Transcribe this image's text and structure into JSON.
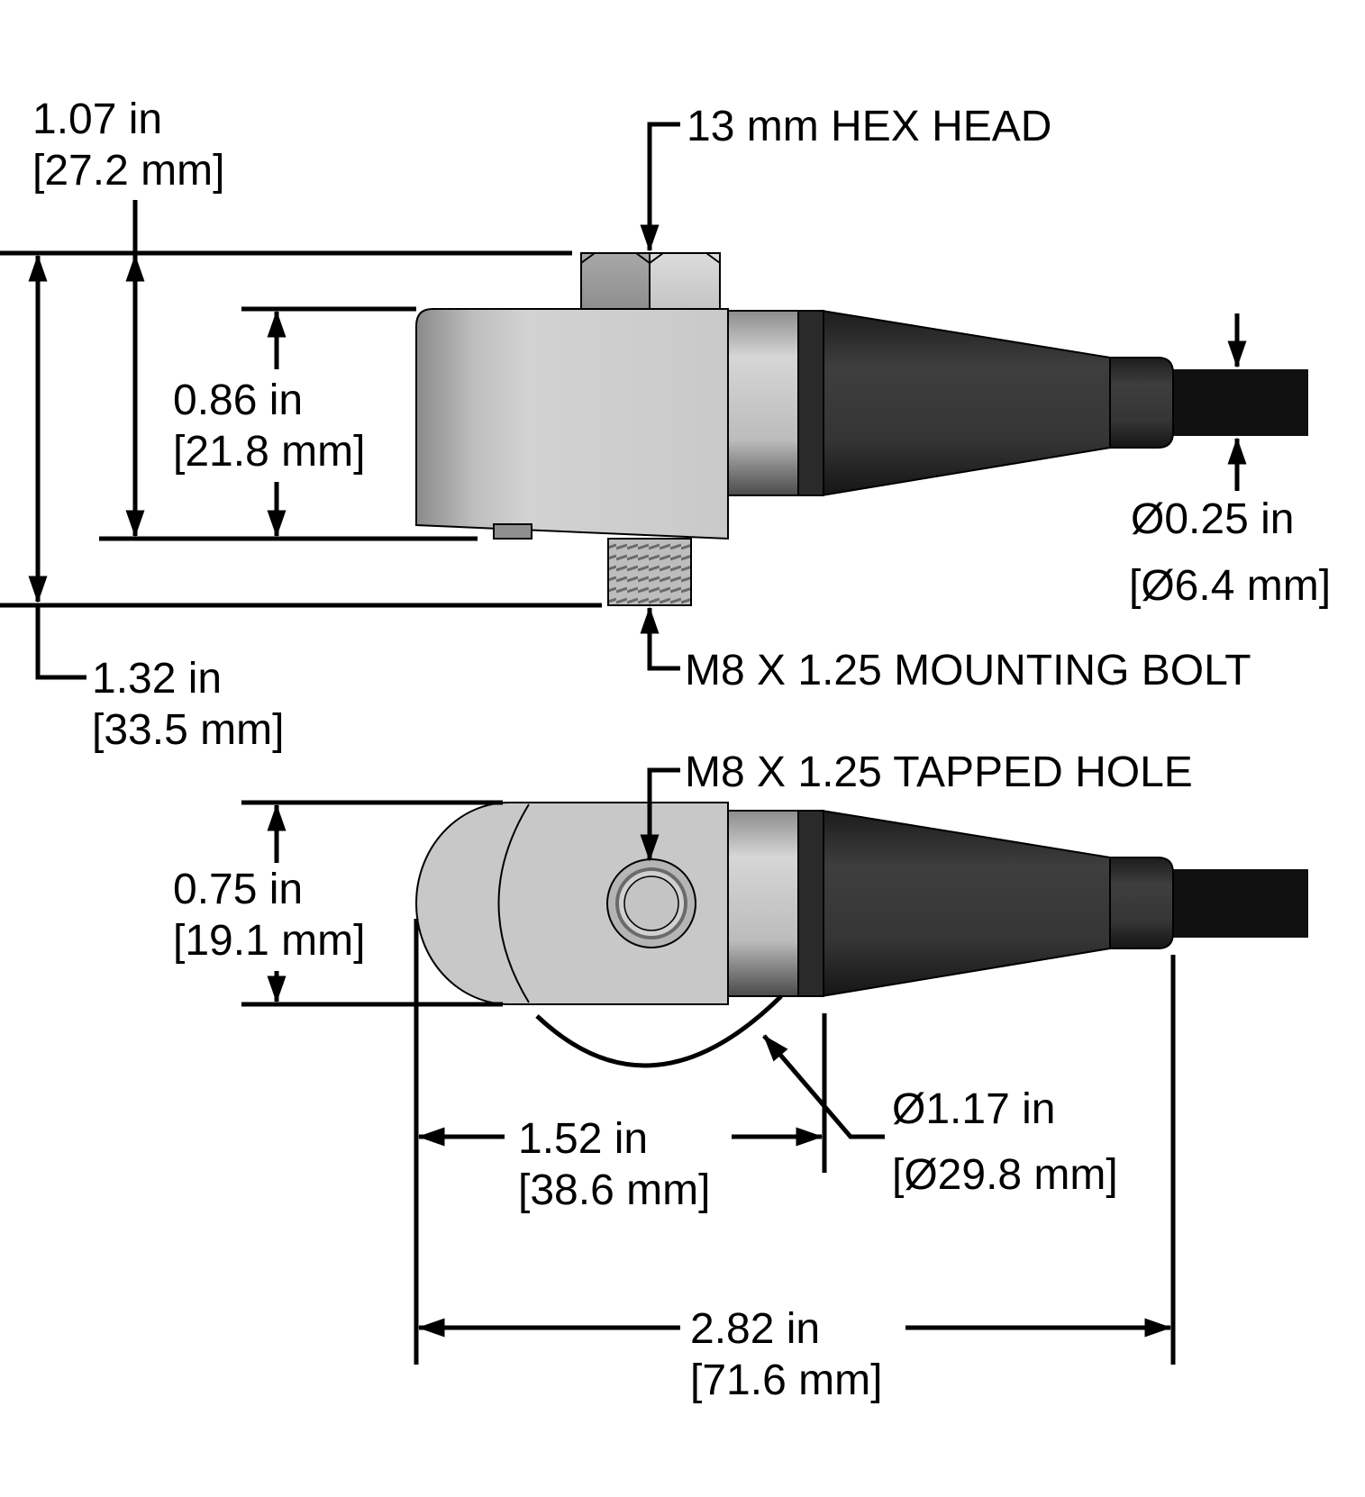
{
  "dimensions": {
    "overall_height_top": {
      "in": "1.07 in",
      "mm": "[27.2 mm]"
    },
    "body_height": {
      "in": "0.86 in",
      "mm": "[21.8 mm]"
    },
    "overall_height_with_bolt": {
      "in": "1.32 in",
      "mm": "[33.5 mm]"
    },
    "cable_diameter": {
      "in": "Ø0.25 in",
      "mm": "[Ø6.4 mm]"
    },
    "body_width": {
      "in": "0.75 in",
      "mm": "[19.1 mm]"
    },
    "body_length": {
      "in": "1.52 in",
      "mm": "[38.6 mm]"
    },
    "swing_diameter": {
      "in": "Ø1.17 in",
      "mm": "[Ø29.8 mm]"
    },
    "overall_length": {
      "in": "2.82 in",
      "mm": "[71.6 mm]"
    }
  },
  "callouts": {
    "hex_head": "13 mm HEX HEAD",
    "mounting_bolt": "M8 X 1.25 MOUNTING BOLT",
    "tapped_hole": "M8 X 1.25 TAPPED HOLE"
  },
  "colors": {
    "body_metal": "#c8c8c8",
    "body_shadow": "#8a8a8a",
    "boot_dark": "#2e2e2e",
    "cable_black": "#111111",
    "line": "#000000"
  }
}
